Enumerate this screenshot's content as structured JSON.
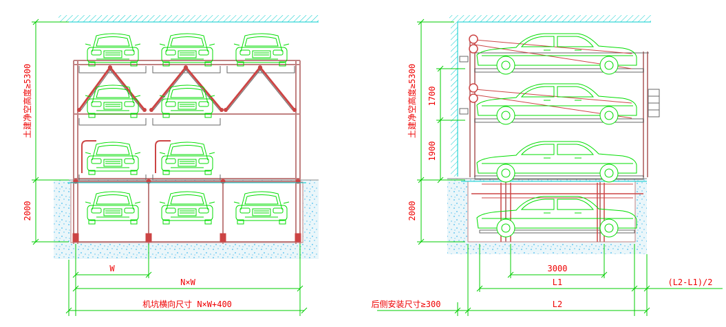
{
  "colors": {
    "background": "#ffffff",
    "frame": "#c08080",
    "beam": "#cc4444",
    "car": "#00dd00",
    "dimension": "#00cc00",
    "dim_text_red": "#ee0000",
    "cyan": "#00cccc",
    "pit_fill": "#eaf6fa",
    "pit_dots": "#44bbee",
    "gray": "#888888"
  },
  "front_view": {
    "height_label": "土建净空高度≥5300",
    "pit_depth_label": "2000",
    "width_label": "W",
    "n_by_w_label": "N×W",
    "pit_width_label": "机坑横向尺寸 N×W+400"
  },
  "side_view": {
    "height_label": "土建净空高度≥5300",
    "level_height_1": "1700",
    "level_height_2": "1900",
    "pit_depth_label": "2000",
    "car_length_label": "3000",
    "l1_label": "L1",
    "l2_label": "L2",
    "offset_label": "(L2-L1)/2",
    "rear_clearance_label": "后侧安装尺寸≥300"
  }
}
